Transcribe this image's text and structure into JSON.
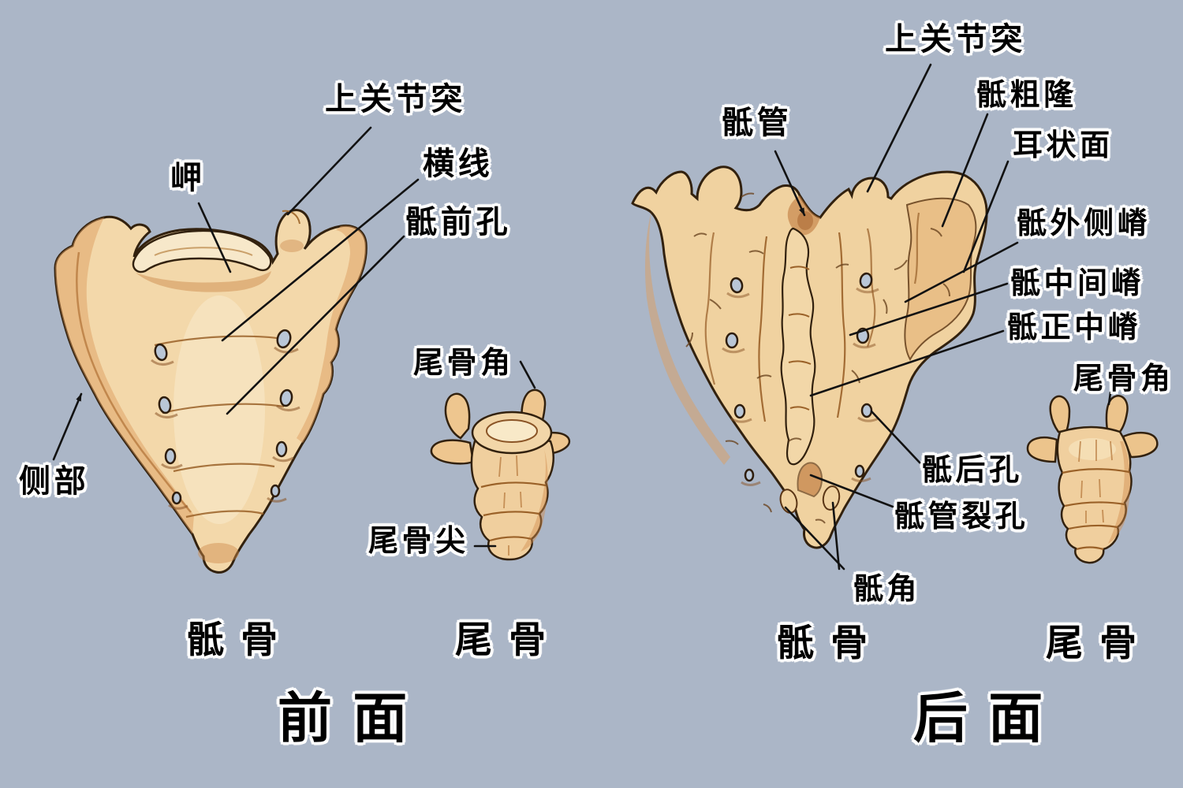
{
  "figure_type": "anatomy-illustration",
  "subject": "sacrum and coccyx, anterior and posterior views",
  "colors": {
    "background": "#abb6c7",
    "bone_light": "#f3d8aa",
    "bone_cream": "#f8e9c9",
    "bone_shadow": "#dd9e60",
    "bone_deep_shadow": "#c07a3e",
    "outline": "#32210e",
    "foramen_fill": "#b9c6d6",
    "label_text": "#000000",
    "label_halo": "#ffffff",
    "leader_line": "#121212"
  },
  "anterior": {
    "view_title": "前面",
    "caption_sacrum": "骶骨",
    "caption_coccyx": "尾骨",
    "labels": {
      "superior_articular_process": "上关节突",
      "promontory": "岬",
      "transverse_lines": "横线",
      "anterior_sacral_foramina": "骶前孔",
      "lateral_part": "侧部",
      "coccygeal_cornu": "尾骨角",
      "coccyx_apex": "尾骨尖"
    }
  },
  "posterior": {
    "view_title": "后面",
    "caption_sacrum": "骶骨",
    "caption_coccyx": "尾骨",
    "labels": {
      "superior_articular_process": "上关节突",
      "sacral_canal": "骶管",
      "sacral_tuberosity": "骶粗隆",
      "auricular_surface": "耳状面",
      "lateral_sacral_crest": "骶外侧嵴",
      "intermediate_sacral_crest": "骶中间嵴",
      "median_sacral_crest": "骶正中嵴",
      "coccygeal_cornu": "尾骨角",
      "posterior_sacral_foramina": "骶后孔",
      "sacral_hiatus": "骶管裂孔",
      "sacral_cornu": "骶角"
    }
  }
}
